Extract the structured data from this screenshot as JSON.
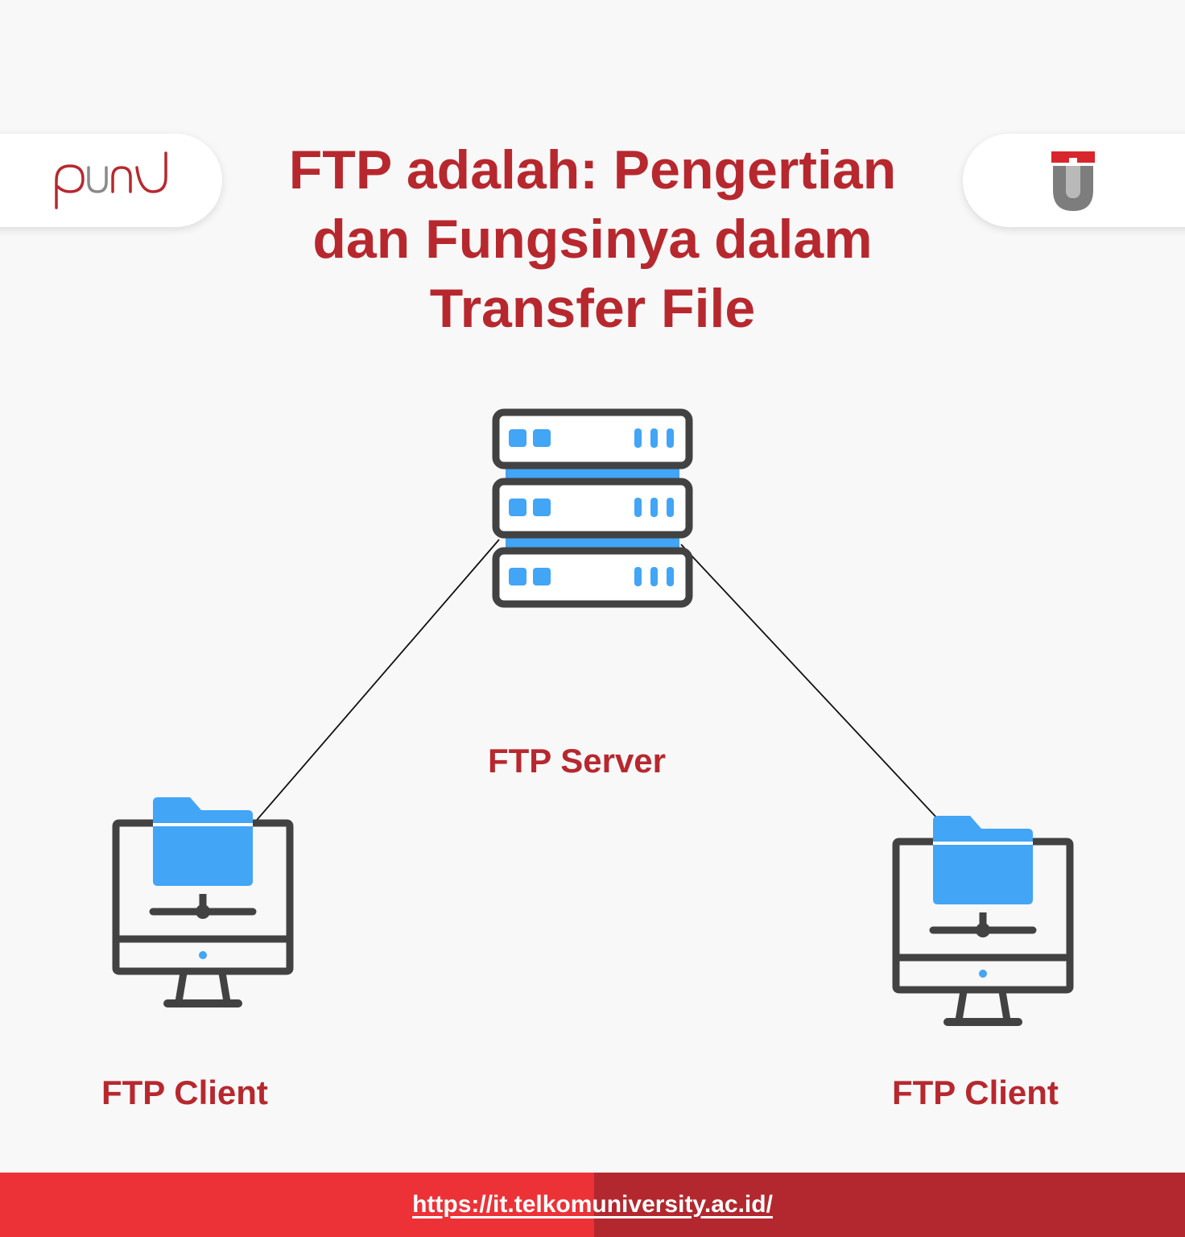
{
  "header": {
    "title_lines": [
      "FTP adalah: Pengertian",
      "dan Fungsinya dalam",
      "Transfer File"
    ]
  },
  "logos": {
    "left": "puni-logo-icon",
    "right": "telkom-university-logo-icon"
  },
  "diagram": {
    "server": {
      "label": "FTP Server",
      "icon": "server-icon"
    },
    "clients": [
      {
        "label": "FTP Client",
        "icon": "computer-folder-icon"
      },
      {
        "label": "FTP Client",
        "icon": "computer-folder-icon"
      }
    ]
  },
  "footer": {
    "url": "https://it.telkomuniversity.ac.id/"
  },
  "colors": {
    "accent_red": "#b7282e",
    "footer_left": "#ec3237",
    "footer_right": "#b2282e",
    "icon_blue": "#42a5f5",
    "icon_stroke": "#424242"
  }
}
